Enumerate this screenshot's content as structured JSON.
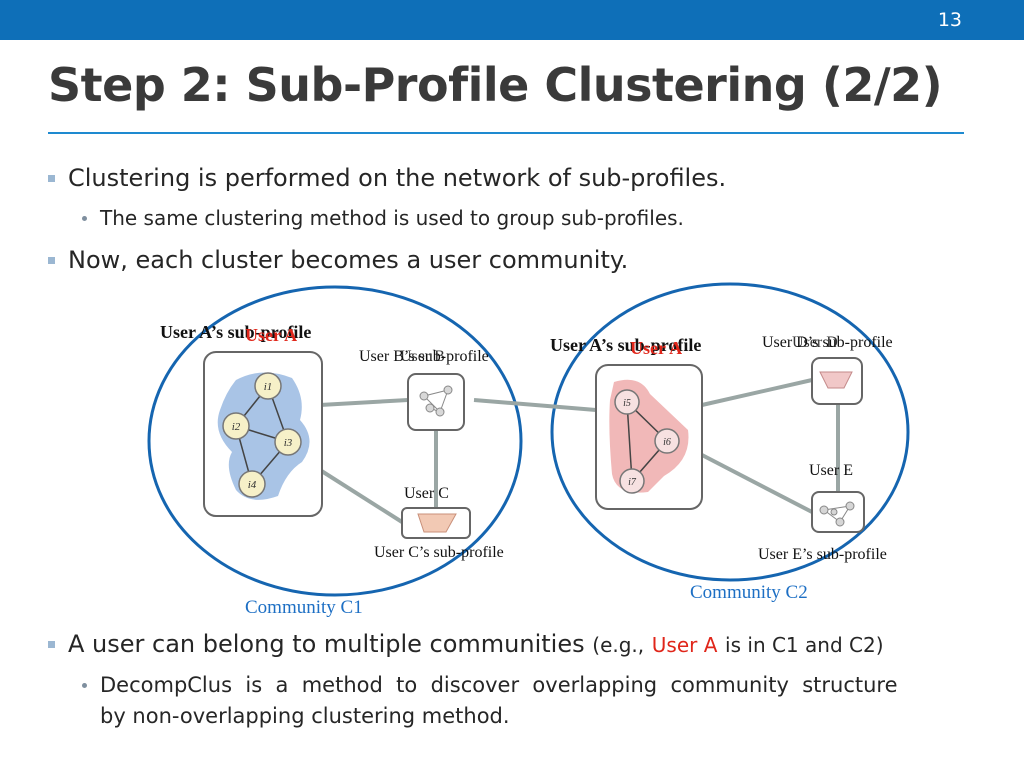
{
  "slide": {
    "number": "13",
    "title": "Step 2: Sub-Profile Clustering (2/2)"
  },
  "bullets": [
    {
      "text": "Clustering is performed on the network of sub-profiles."
    },
    {
      "text": "The same clustering method is used to group sub-profiles."
    },
    {
      "text": "Now, each cluster becomes a user community."
    }
  ],
  "bottom": {
    "b1_main": "A user can belong to multiple communities",
    "b1_open": "(e.g.,",
    "b1_user": "User A",
    "b1_rest": "is in C1 and C2)",
    "b2_line1": "DecompClus  is  a  method  to  discover  overlapping  community  structure",
    "b2_line2": "by non-overlapping clustering method."
  },
  "diagram": {
    "c1": {
      "header": "User A’s sub-profile",
      "overlay": "User A",
      "nodes": [
        "i1",
        "i2",
        "i3",
        "i4"
      ],
      "user_b_label": "User B’s sub-profile",
      "user_b_overlay": "User B",
      "user_c_label": "User C",
      "user_c_sub": "User C’s sub-profile",
      "community": "Community C1"
    },
    "c2": {
      "header": "User A’s sub-profile",
      "overlay": "User A",
      "nodes": [
        "i5",
        "i6",
        "i7"
      ],
      "user_d_label": "User D’s sub-profile",
      "user_d_overlay": "User D",
      "user_e_label": "User E",
      "user_e_sub": "User E’s sub-profile",
      "community": "Community C2"
    },
    "colors": {
      "community_circle": "#1565b0",
      "community_label": "#1d6fc4",
      "blue_cluster": "#a9c4e6",
      "pink_cluster": "#f1b8b8",
      "edge": "#9aa6a4",
      "overlay_red": "#e0261a"
    }
  }
}
